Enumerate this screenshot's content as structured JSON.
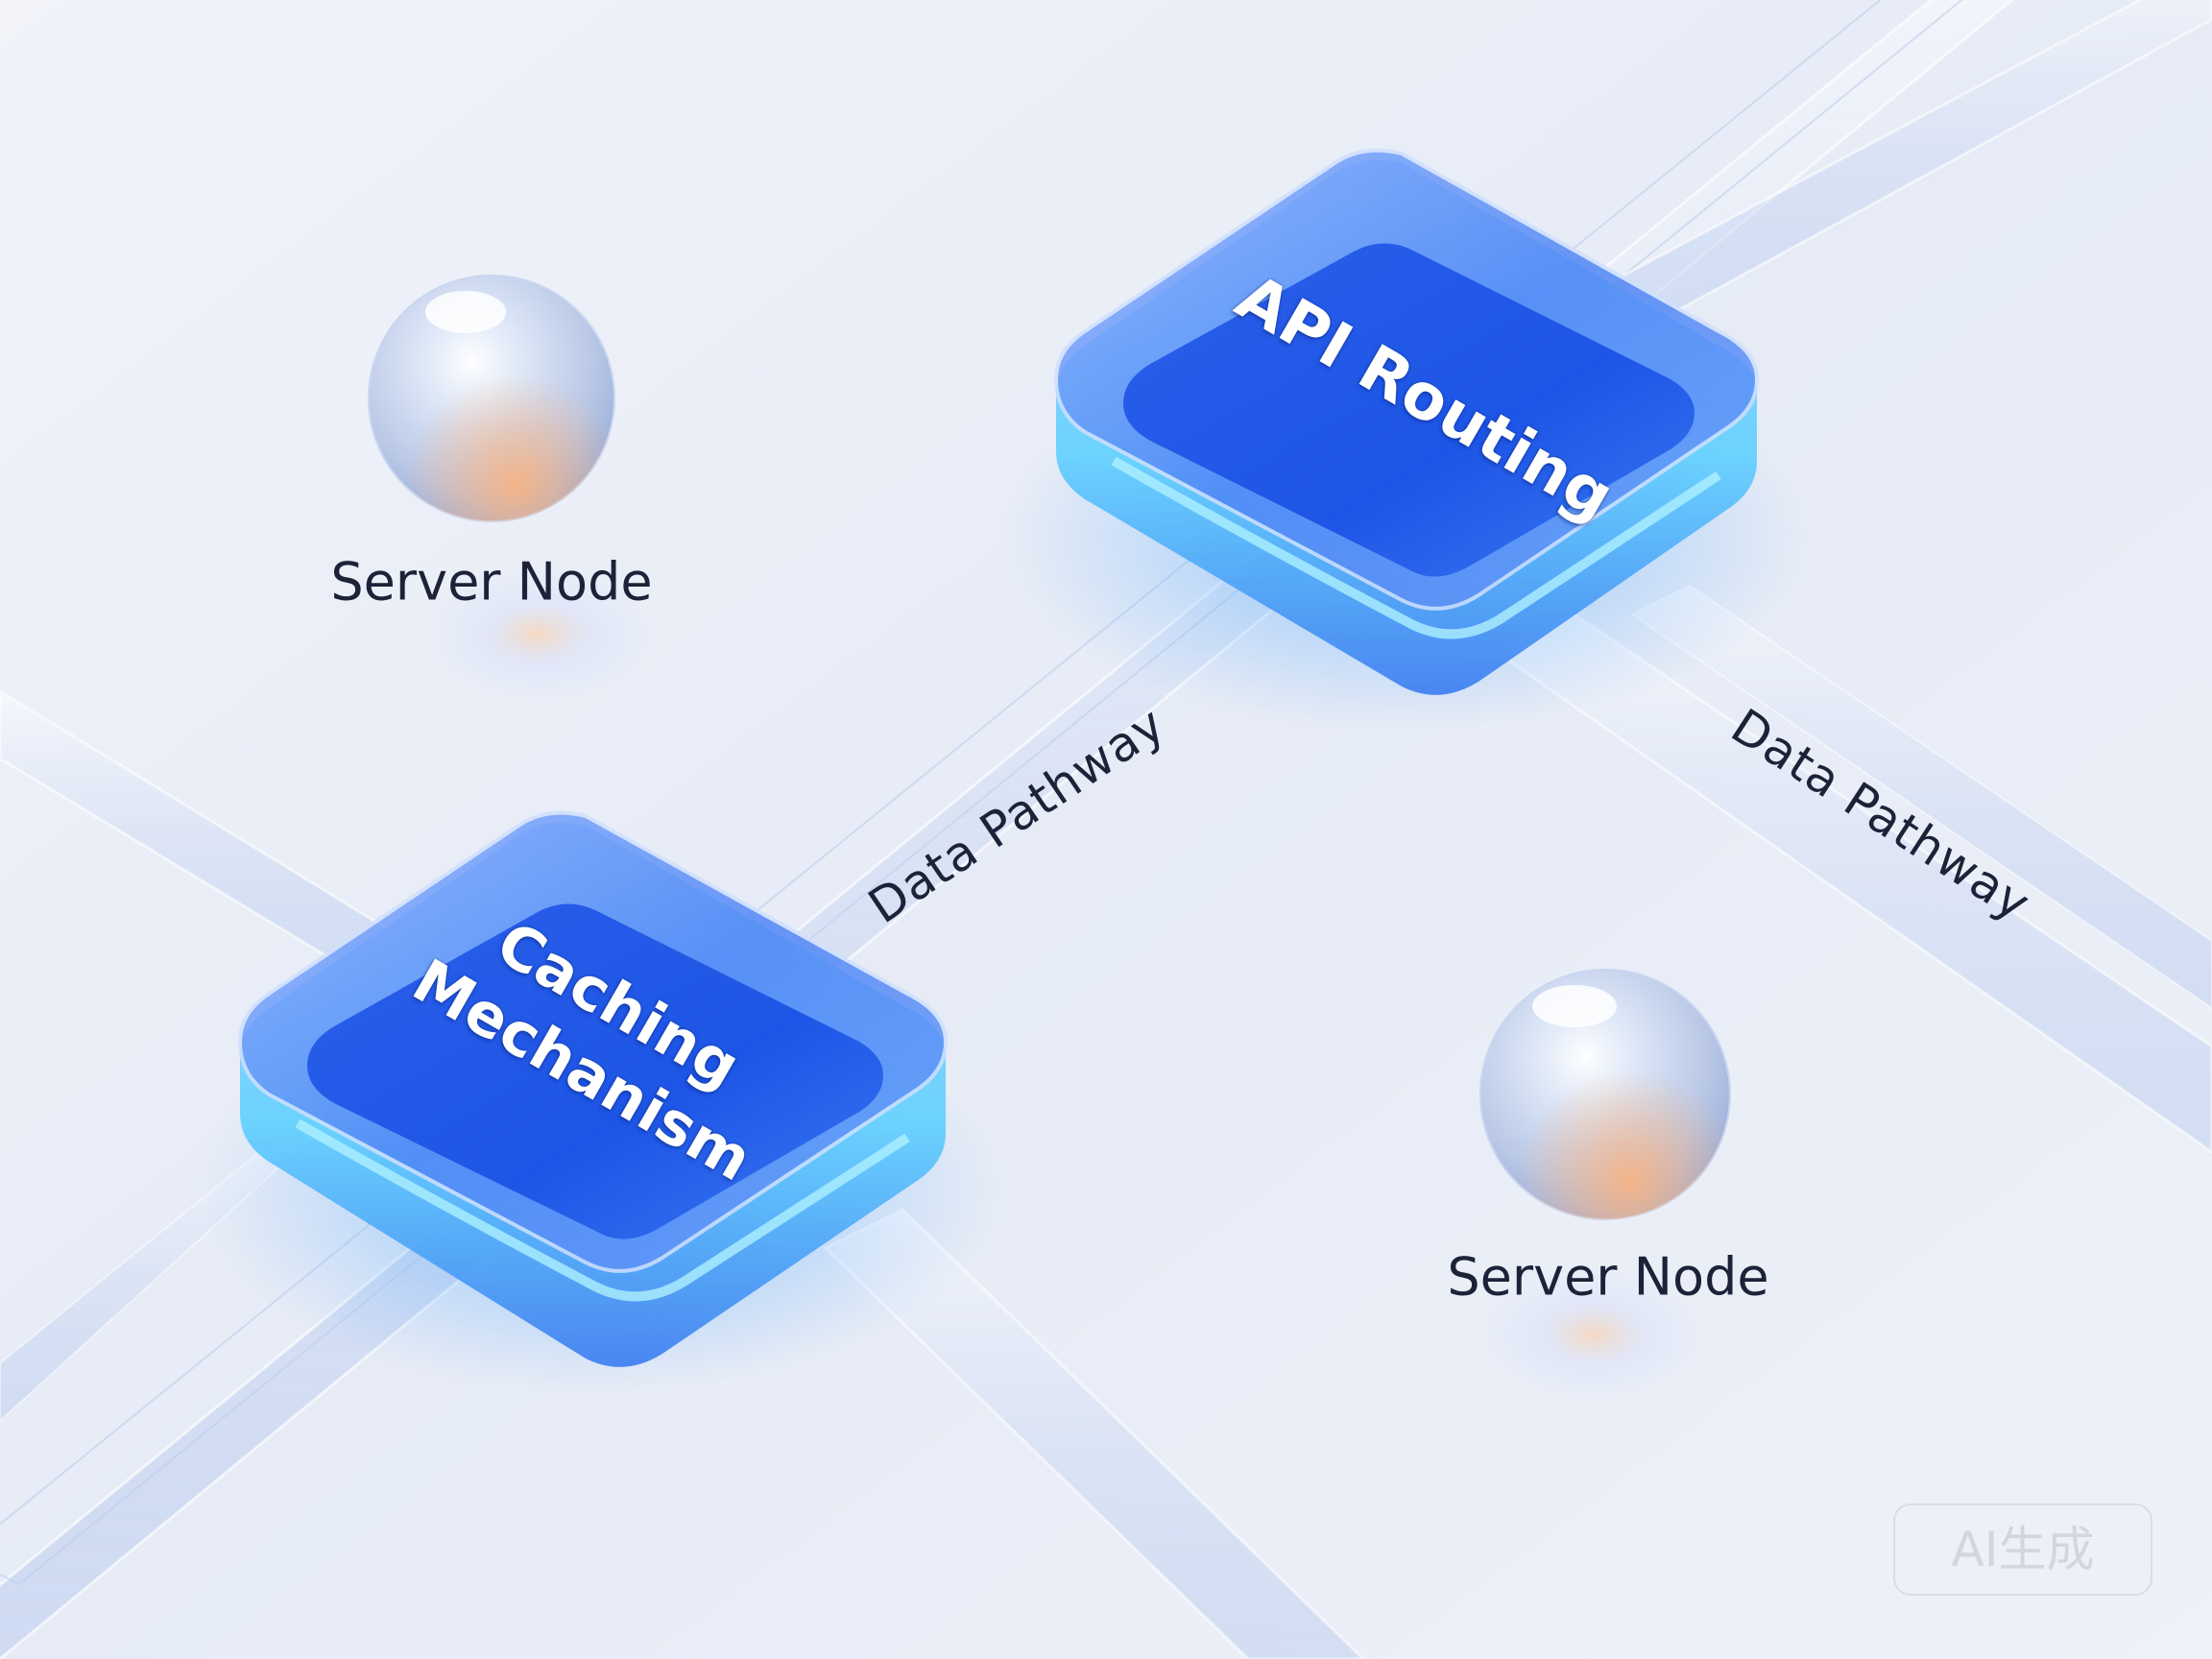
{
  "diagram": {
    "api_block": {
      "label": "API Routing"
    },
    "cache_block": {
      "label_line1": "Caching",
      "label_line2": "Mechanism"
    },
    "server_node_top": {
      "label": "Server Node"
    },
    "server_node_bottom": {
      "label": "Server Node"
    },
    "pathway_left": {
      "label": "Data Pathway"
    },
    "pathway_right": {
      "label": "Data Pathway"
    }
  },
  "watermark": {
    "text": "AI生成"
  },
  "colors": {
    "background": "#e9edf6",
    "block_blue": "#2f6cf0",
    "block_glow": "#7fd6ff",
    "label_dark": "#1c2338",
    "sphere_glow": "#ffb27a"
  }
}
